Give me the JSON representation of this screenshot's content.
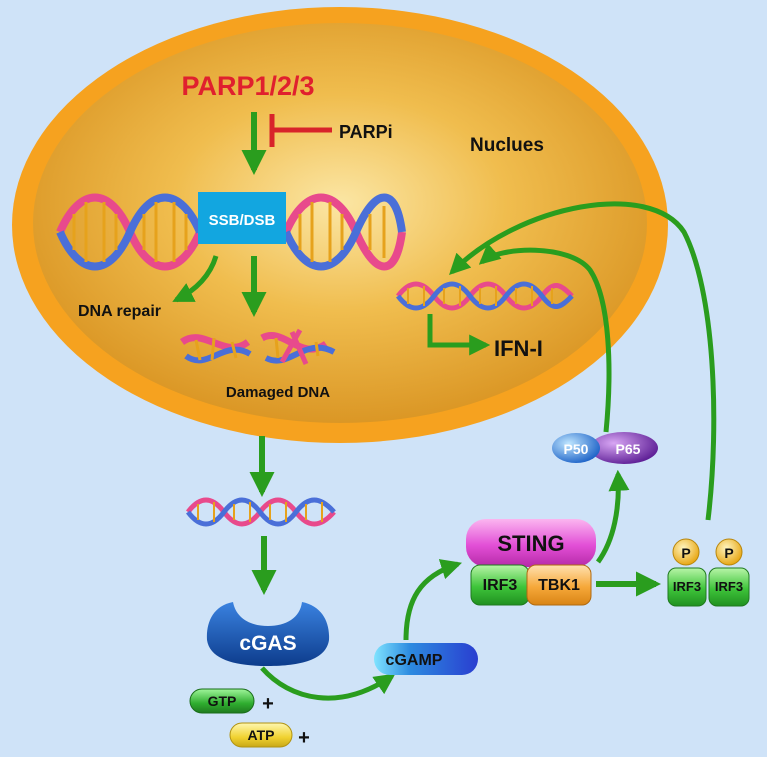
{
  "labels": {
    "parp": "PARP1/2/3",
    "parpi": "PARPi",
    "nucleus": "Nuclues",
    "ssb_dsb": "SSB/DSB",
    "dna_repair": "DNA repair",
    "damaged_dna": "Damaged DNA",
    "ifn": "IFN-I",
    "p50": "P50",
    "p65": "P65",
    "sting": "STING",
    "irf3": "IRF3",
    "tbk1": "TBK1",
    "p": "P",
    "cgas": "cGAS",
    "cgamp": "cGAMP",
    "gtp": "GTP",
    "atp": "ATP",
    "plus": "+"
  },
  "colors": {
    "background": "#cfe3f8",
    "nucleus_ring": "#f6a21f",
    "nucleus_inner": "#e9a830",
    "arrow": "#2a9d1e",
    "parp_text": "#e0202e",
    "inhibitor": "#d8232a",
    "ssb_box": "#12a6e0",
    "sting": "#e24fd6",
    "irf3": "#3ec43a",
    "tbk1": "#f6a83a",
    "cgas": "#1450a8",
    "cgamp": "#2c5ad8",
    "gtp": "#2fae2f",
    "atp": "#f0d230",
    "p50": "#2c7fd8",
    "p65": "#7a35b0",
    "phospho": "#f6cf3a"
  }
}
